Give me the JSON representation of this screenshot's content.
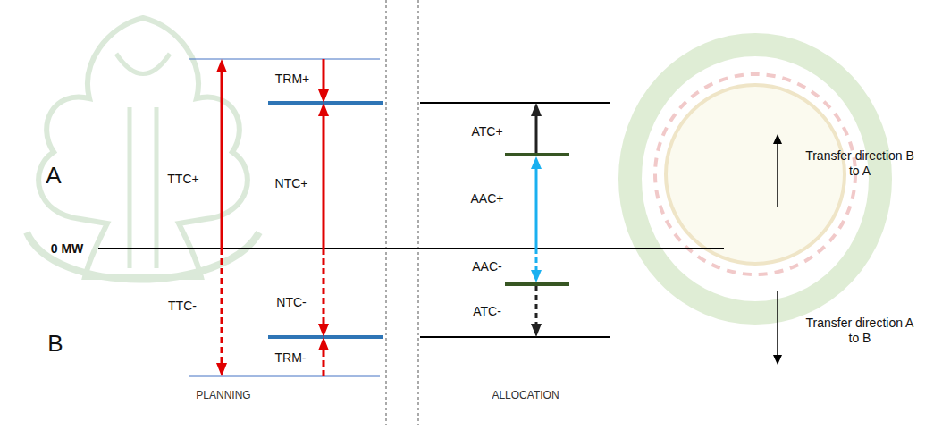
{
  "diagram": {
    "labels": [
      "A",
      "0 MW",
      "B",
      "TTC+",
      "TRM+",
      "NTC+",
      "TTC-",
      "NTC-",
      "TRM-",
      "ATC+",
      "AAC+",
      "AAC-",
      "ATC-",
      "Transfer direction B to A",
      "Transfer direction A to B",
      "PLANNING",
      "ALLOCATION"
    ]
  }
}
